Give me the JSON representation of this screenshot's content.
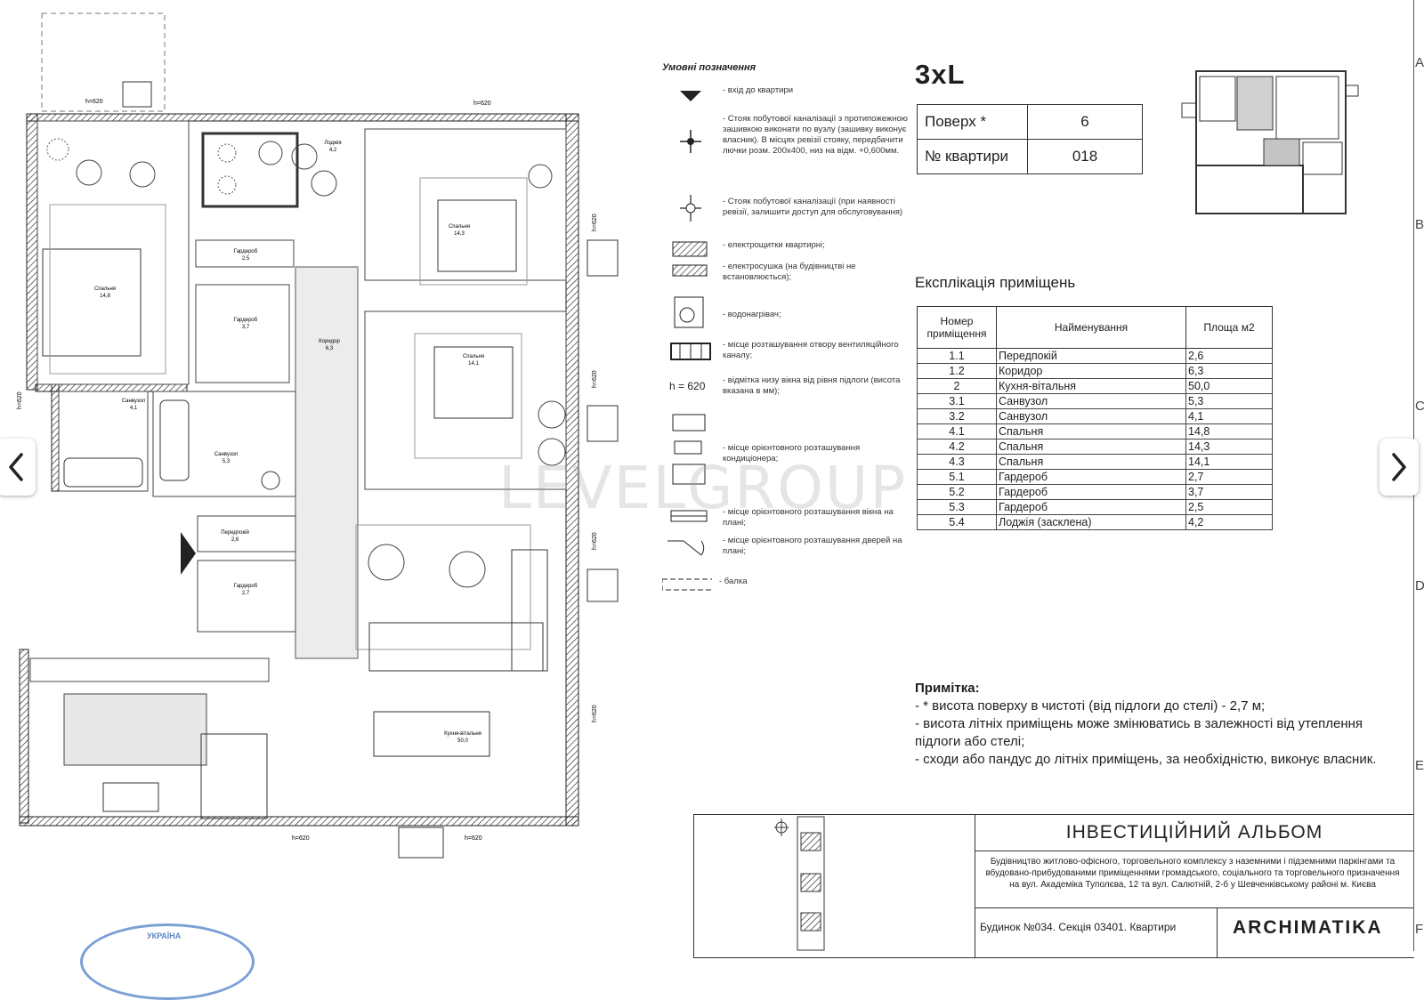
{
  "legend": {
    "title": "Умовні позначення",
    "items": [
      {
        "icon": "apartment-entrance-icon",
        "text": "- вхід до квартири"
      },
      {
        "icon": "sewer-riser-sealed-icon",
        "text": "- Стояк побутової каналізації з протипожежною зашивкою виконати по вузлу (зашивку виконує власник). В місцях ревізії стояку, передбачити лючки розм. 200х400, низ на відм. +0,600мм."
      },
      {
        "icon": "sewer-riser-revision-icon",
        "text": "- Стояк побутової каналізації (при наявності ревізії, залишити доступ для обслуговування)"
      },
      {
        "icon": "electric-panel-icon",
        "text": "- електрощитки квартирні;"
      },
      {
        "icon": "electric-dryer-icon",
        "text": "- електросушка (на будівництві не встановлюється);"
      },
      {
        "icon": "water-heater-icon",
        "text": "- водонагрівач;"
      },
      {
        "icon": "ventilation-opening-icon",
        "text": "- місце розташування отвору вентиляційного каналу;"
      },
      {
        "icon": "window-height-mark-icon",
        "text": "- відмітка низу вікна від рівня підлоги (висота вказана в мм);"
      },
      {
        "icon": "air-conditioner-icon",
        "text": "- місце орієнтовного розташування кондиціонера;"
      },
      {
        "icon": "window-position-icon",
        "text": "- місце орієнтовного розташування вікна на плані;"
      },
      {
        "icon": "door-position-icon",
        "text": "- місце орієнтовного розташування дверей на плані;"
      },
      {
        "icon": "beam-icon",
        "text": "- балка"
      }
    ],
    "window_mark": "h = 620"
  },
  "apartment": {
    "type": "3xL",
    "floor_label": "Поверх *",
    "floor_value": "6",
    "number_label": "№ квартири",
    "number_value": "018"
  },
  "explication": {
    "title": "Експлікація приміщень",
    "headers": {
      "num": "Номер приміщення",
      "name": "Найменування",
      "area": "Площа м2"
    },
    "rows": [
      {
        "num": "1.1",
        "name": "Передпокій",
        "area": "2,6"
      },
      {
        "num": "1.2",
        "name": "Коридор",
        "area": "6,3"
      },
      {
        "num": "2",
        "name": "Кухня-вітальня",
        "area": "50,0"
      },
      {
        "num": "3.1",
        "name": "Санвузол",
        "area": "5,3"
      },
      {
        "num": "3.2",
        "name": "Санвузол",
        "area": "4,1"
      },
      {
        "num": "4.1",
        "name": "Спальня",
        "area": "14,8"
      },
      {
        "num": "4.2",
        "name": "Спальня",
        "area": "14,3"
      },
      {
        "num": "4.3",
        "name": "Спальня",
        "area": "14,1"
      },
      {
        "num": "5.1",
        "name": "Гардероб",
        "area": "2,7"
      },
      {
        "num": "5.2",
        "name": "Гардероб",
        "area": "3,7"
      },
      {
        "num": "5.3",
        "name": "Гардероб",
        "area": "2,5"
      },
      {
        "num": "5.4",
        "name": "Лоджія  (засклена)",
        "area": "4,2"
      }
    ]
  },
  "note": {
    "title": "Примітка:",
    "lines": [
      "- * висота поверху в чистоті (від підлоги до стелі) - 2,7 м;",
      "- висота літніх приміщень може змінюватись в залежності від утеплення підлоги або стелі;",
      "- сходи або пандус до літніх приміщень, за необхідністю, виконує власник."
    ]
  },
  "title_block": {
    "title": "ІНВЕСТИЦІЙНИЙ АЛЬБОМ",
    "description": "Будівництво житлово-офісного, торговельного комплексу з наземними і підземними паркінгами та вбудовано-прибудованими приміщеннями громадського, соціального та торговельного призначення на вул. Академіка Туполєва, 12 та вул. Салютній, 2-б у Шевченківському районі м. Києва",
    "house": "Будинок №034. Секція 03401. Квартири",
    "logo": "ARCHIMATIKA"
  },
  "plan": {
    "window_marks": [
      "h=620",
      "h=620",
      "h=620",
      "h=620",
      "h=620",
      "h=620",
      "h=620",
      "h=620",
      "h=620"
    ],
    "rooms": [
      {
        "name": "Спальня",
        "area": "14,8"
      },
      {
        "name": "Спальня",
        "area": "14,3"
      },
      {
        "name": "Спальня",
        "area": "14,1"
      },
      {
        "name": "Гардероб",
        "area": "2,5"
      },
      {
        "name": "Гардероб",
        "area": "3,7"
      },
      {
        "name": "Гардероб",
        "area": "2,7"
      },
      {
        "name": "Лоджія",
        "area": "4,2"
      },
      {
        "name": "Коридор",
        "area": "6,3"
      },
      {
        "name": "Санвузол",
        "area": "4,1"
      },
      {
        "name": "Санвузол",
        "area": "5,3"
      },
      {
        "name": "Передпокій",
        "area": "2,6"
      },
      {
        "name": "Кухня-вітальня",
        "area": "50,0"
      }
    ]
  },
  "watermark": "LEVELGROUP",
  "stamp_text": "УКРАЇНА",
  "edge_letters": [
    "A",
    "B",
    "C",
    "D",
    "E",
    "F"
  ],
  "nav": {
    "prev": "previous-arrow",
    "next": "next-arrow"
  }
}
